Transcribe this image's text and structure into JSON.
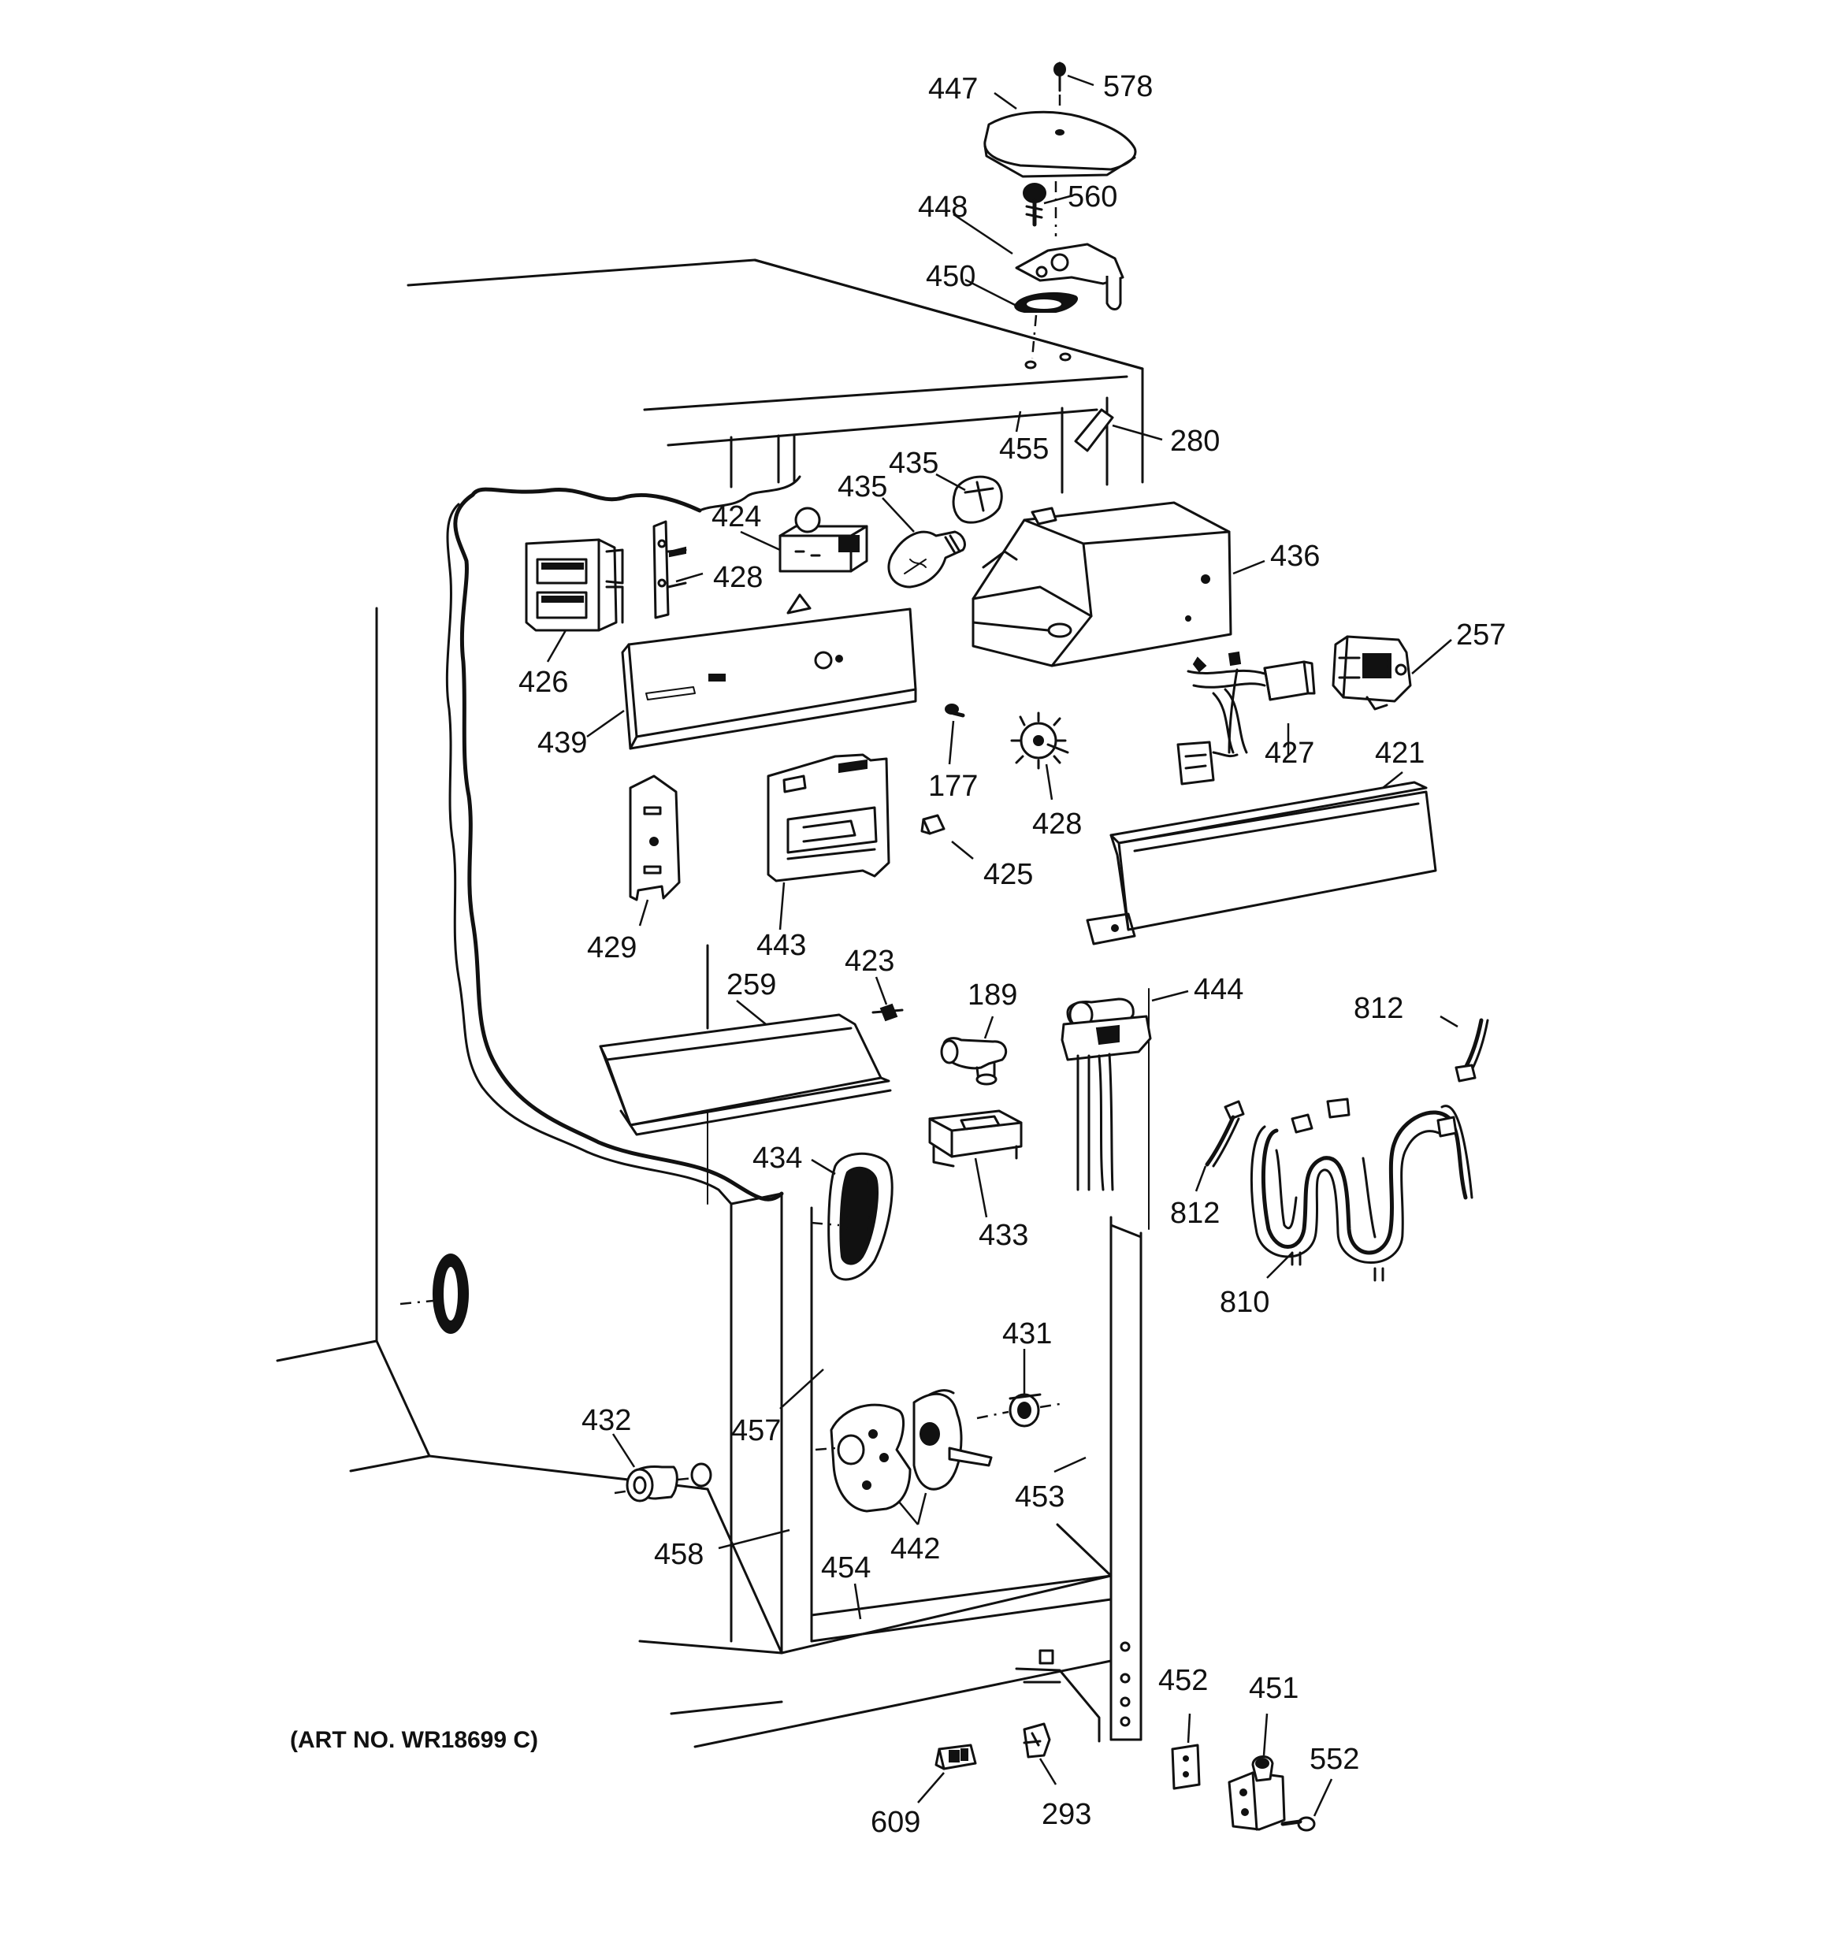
{
  "diagram": {
    "art_number": "(ART NO. WR18699 C)",
    "callouts": [
      {
        "id": "c447",
        "label": "447"
      },
      {
        "id": "c578",
        "label": "578"
      },
      {
        "id": "c448",
        "label": "448"
      },
      {
        "id": "c560",
        "label": "560"
      },
      {
        "id": "c450",
        "label": "450"
      },
      {
        "id": "c455",
        "label": "455"
      },
      {
        "id": "c280",
        "label": "280"
      },
      {
        "id": "c435a",
        "label": "435"
      },
      {
        "id": "c435b",
        "label": "435"
      },
      {
        "id": "c424",
        "label": "424"
      },
      {
        "id": "c428a",
        "label": "428"
      },
      {
        "id": "c426",
        "label": "426"
      },
      {
        "id": "c436",
        "label": "436"
      },
      {
        "id": "c257",
        "label": "257"
      },
      {
        "id": "c439",
        "label": "439"
      },
      {
        "id": "c177",
        "label": "177"
      },
      {
        "id": "c428b",
        "label": "428"
      },
      {
        "id": "c427",
        "label": "427"
      },
      {
        "id": "c421",
        "label": "421"
      },
      {
        "id": "c425",
        "label": "425"
      },
      {
        "id": "c429",
        "label": "429"
      },
      {
        "id": "c443",
        "label": "443"
      },
      {
        "id": "c259",
        "label": "259"
      },
      {
        "id": "c423",
        "label": "423"
      },
      {
        "id": "c189",
        "label": "189"
      },
      {
        "id": "c444",
        "label": "444"
      },
      {
        "id": "c812a",
        "label": "812"
      },
      {
        "id": "c434",
        "label": "434"
      },
      {
        "id": "c433",
        "label": "433"
      },
      {
        "id": "c812b",
        "label": "812"
      },
      {
        "id": "c810",
        "label": "810"
      },
      {
        "id": "c431",
        "label": "431"
      },
      {
        "id": "c432",
        "label": "432"
      },
      {
        "id": "c457",
        "label": "457"
      },
      {
        "id": "c453",
        "label": "453"
      },
      {
        "id": "c442",
        "label": "442"
      },
      {
        "id": "c458",
        "label": "458"
      },
      {
        "id": "c454",
        "label": "454"
      },
      {
        "id": "c452",
        "label": "452"
      },
      {
        "id": "c451",
        "label": "451"
      },
      {
        "id": "c552",
        "label": "552"
      },
      {
        "id": "c609",
        "label": "609"
      },
      {
        "id": "c293",
        "label": "293"
      }
    ]
  }
}
